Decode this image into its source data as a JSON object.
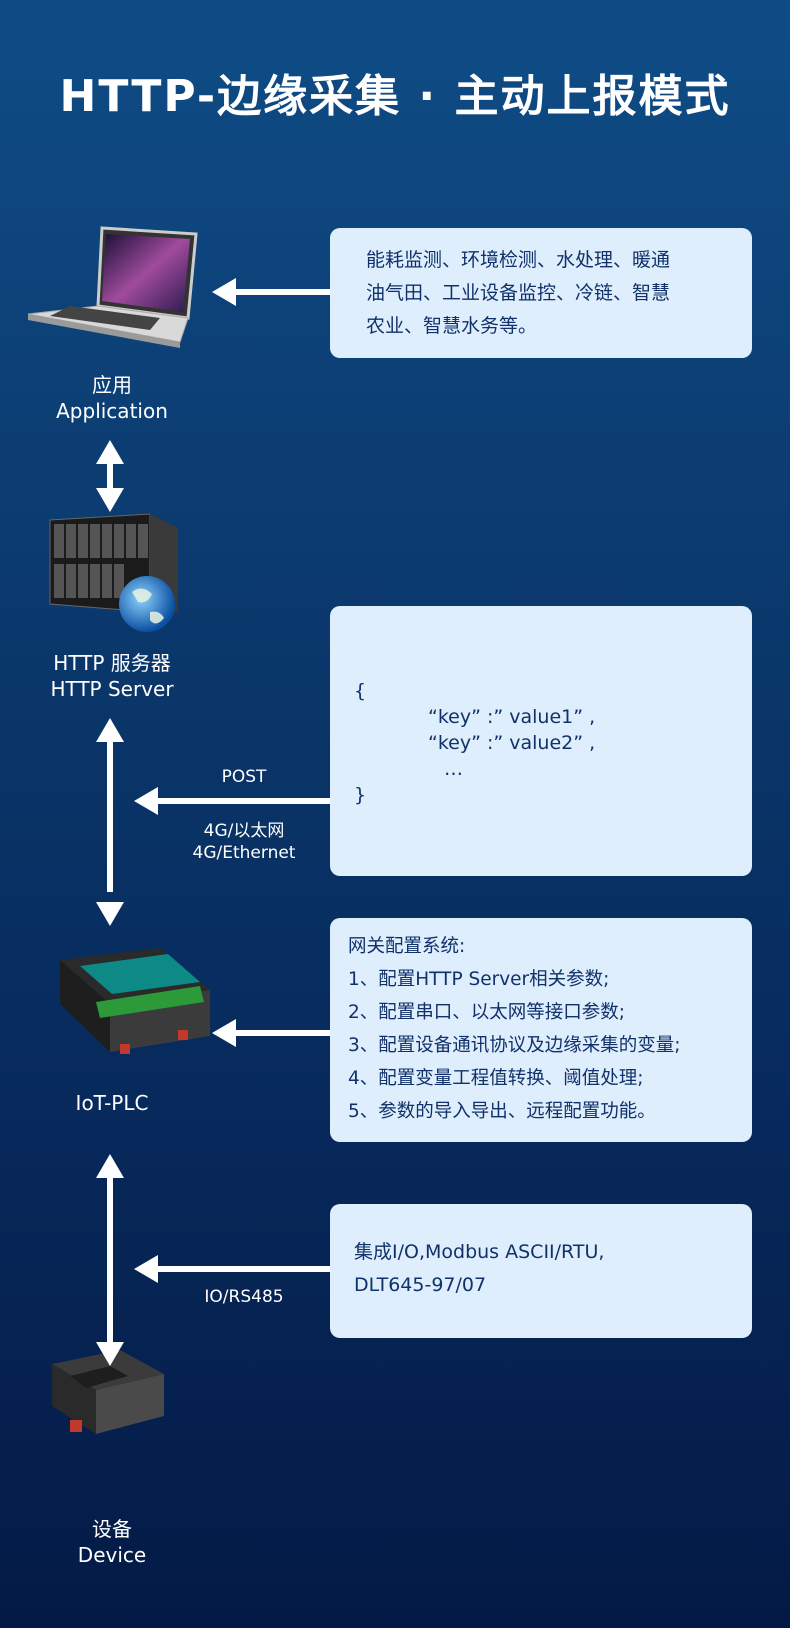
{
  "title": "HTTP-边缘采集 · 主动上报模式",
  "nodes": {
    "application": {
      "cn": "应用",
      "en": "Application"
    },
    "server": {
      "cn": "HTTP 服务器",
      "en": "HTTP Server"
    },
    "plc": {
      "name": "IoT-PLC"
    },
    "device": {
      "cn": "设备",
      "en": "Device"
    }
  },
  "boxes": {
    "applications": {
      "lines": [
        "能耗监测、环境检测、水处理、暖通",
        "油气田、工业设备监控、冷链、智慧",
        "农业、智慧水务等。"
      ]
    },
    "json": {
      "lines": [
        "{",
        "“key” :” value1” ,",
        "“key” :” value2” ,",
        "…",
        "}"
      ]
    },
    "gateway": {
      "lines": [
        "网关配置系统:",
        "1、配置HTTP Server相关参数;",
        "2、配置串口、以太网等接口参数;",
        "3、配置设备通讯协议及边缘采集的变量;",
        "4、配置变量工程值转换、阈值处理;",
        "5、参数的导入导出、远程配置功能。"
      ]
    },
    "protocols": {
      "lines": [
        "集成I/O,Modbus ASCII/RTU,",
        "DLT645-97/07"
      ]
    }
  },
  "links": {
    "post": "POST",
    "net_cn": "4G/以太网",
    "net_en": "4G/Ethernet",
    "io": "IO/RS485"
  },
  "colors": {
    "box_bg": "#dfeefd",
    "box_text": "#10316a",
    "arrow": "#ffffff"
  }
}
